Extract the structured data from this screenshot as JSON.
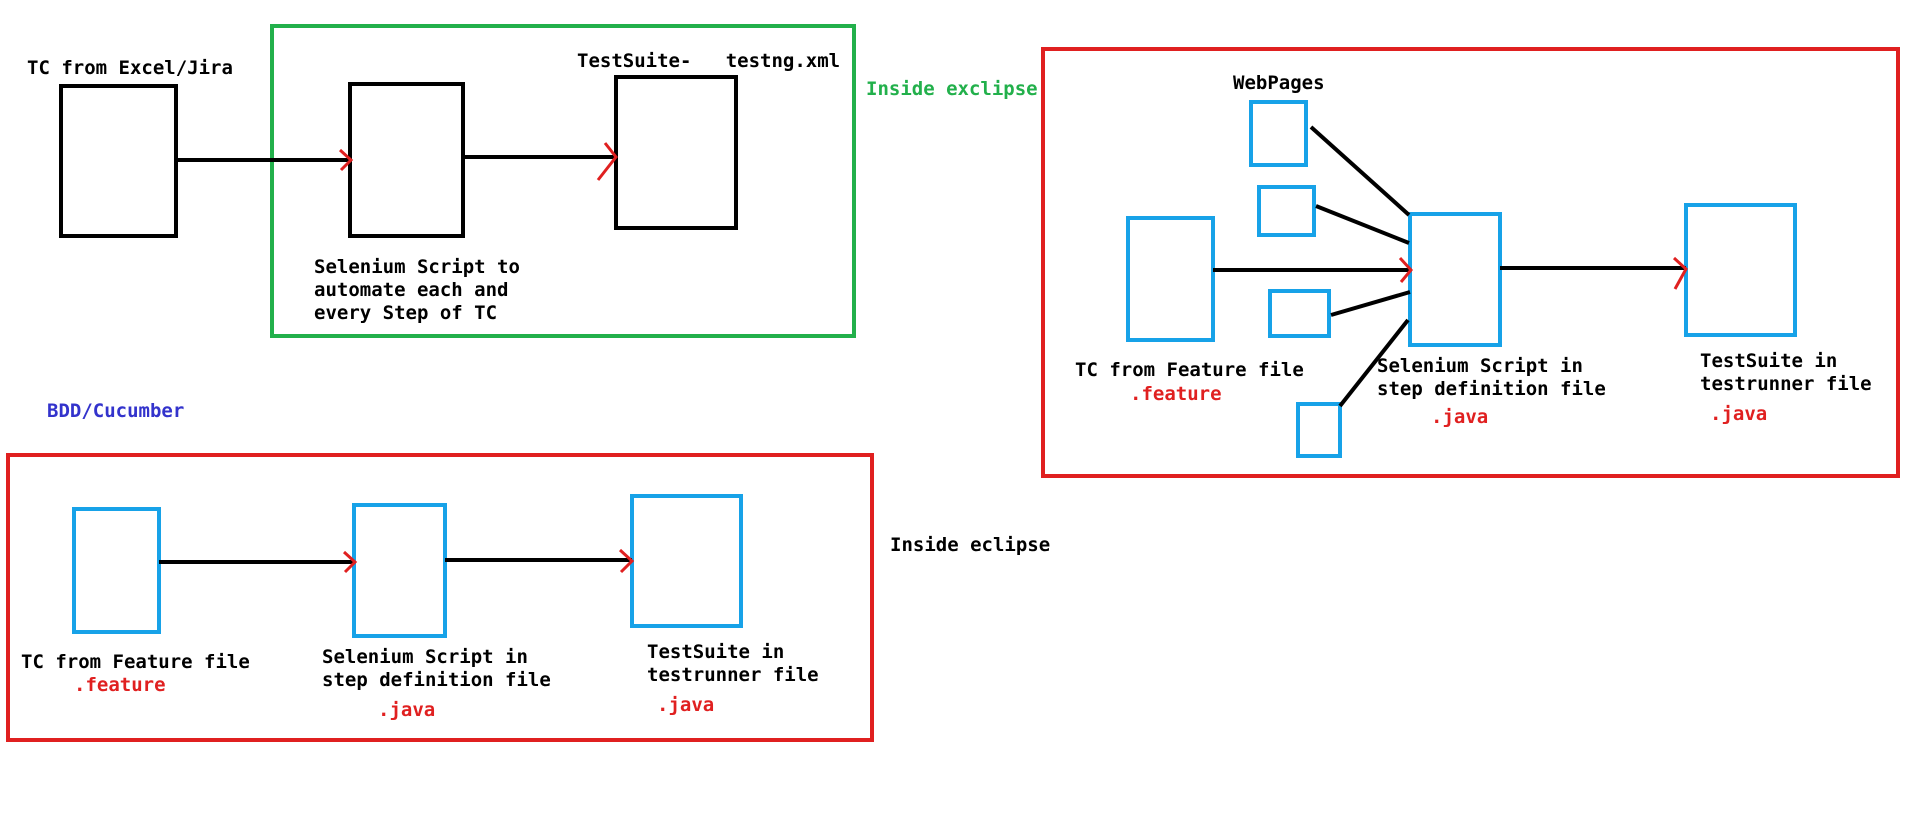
{
  "colors": {
    "ink": "#000000",
    "blue_box": "#17a2e8",
    "red_frame": "#e02020",
    "green_frame": "#22b04b",
    "arrow_head": "#e02020",
    "note_blue": "#3333cc"
  },
  "testng_flow": {
    "tc_label": "TC from Excel/Jira",
    "suite_label": "TestSuite-   testng.xml",
    "script_label": [
      "Selenium Script to",
      "automate each and",
      "every Step of TC"
    ],
    "frame_label": "Inside exclipse"
  },
  "bdd_heading": "BDD/Cucumber",
  "bdd_flow": {
    "tc_label": "TC from Feature file",
    "tc_ext": ".feature",
    "script_label": [
      "Selenium Script in",
      "step definition file"
    ],
    "script_ext": ".java",
    "suite_label": [
      "TestSuite in",
      "testrunner file"
    ],
    "suite_ext": ".java",
    "frame_label": "Inside eclipse"
  },
  "bdd_detail": {
    "webpages_label": "WebPages",
    "tc_label": "TC from Feature file",
    "tc_ext": ".feature",
    "script_label": [
      "Selenium Script in",
      "step definition file"
    ],
    "script_ext": ".java",
    "suite_label": [
      "TestSuite in",
      "testrunner file"
    ],
    "suite_ext": ".java"
  }
}
